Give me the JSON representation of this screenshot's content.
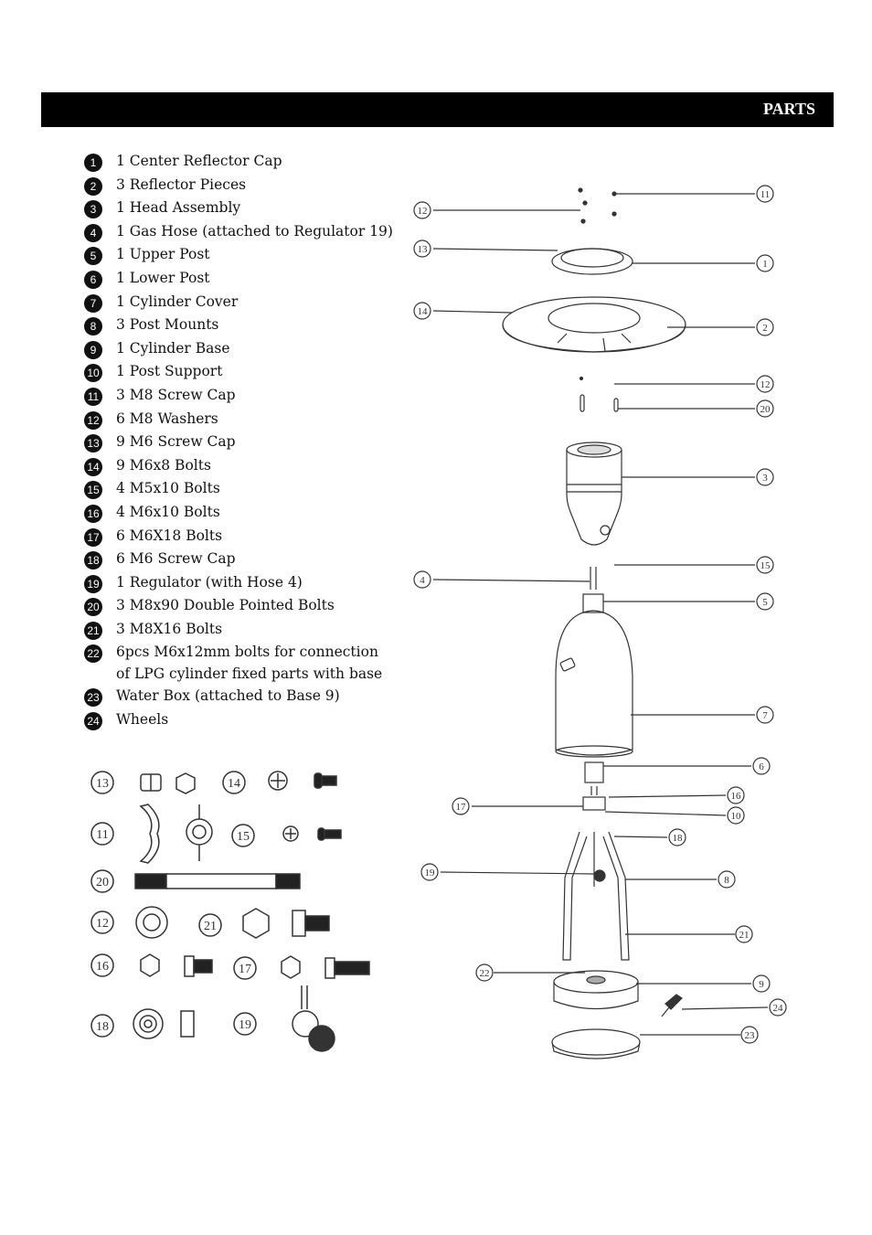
{
  "header": {
    "title": "PARTS"
  },
  "parts": [
    {
      "num": "1",
      "text": "1 Center Reflector Cap"
    },
    {
      "num": "2",
      "text": "3 Reflector Pieces"
    },
    {
      "num": "3",
      "text": "1 Head Assembly"
    },
    {
      "num": "4",
      "text": "1 Gas Hose (attached to Regulator 19)"
    },
    {
      "num": "5",
      "text": "1 Upper Post"
    },
    {
      "num": "6",
      "text": "1 Lower Post"
    },
    {
      "num": "7",
      "text": "1 Cylinder Cover"
    },
    {
      "num": "8",
      "text": "3 Post Mounts"
    },
    {
      "num": "9",
      "text": "1 Cylinder Base"
    },
    {
      "num": "10",
      "text": "1 Post Support"
    },
    {
      "num": "11",
      "text": "3 M8 Screw Cap"
    },
    {
      "num": "12",
      "text": "6 M8 Washers"
    },
    {
      "num": "13",
      "text": "9 M6 Screw Cap"
    },
    {
      "num": "14",
      "text": "9 M6x8 Bolts"
    },
    {
      "num": "15",
      "text": "4 M5x10 Bolts"
    },
    {
      "num": "16",
      "text": "4 M6x10 Bolts"
    },
    {
      "num": "17",
      "text": "6 M6X18 Bolts"
    },
    {
      "num": "18",
      "text": "6 M6 Screw Cap"
    },
    {
      "num": "19",
      "text": "1 Regulator (with Hose 4)"
    },
    {
      "num": "20",
      "text": "3 M8x90 Double Pointed Bolts"
    },
    {
      "num": "21",
      "text": "3 M8X16 Bolts"
    },
    {
      "num": "22",
      "text": "6pcs M6x12mm bolts for connection of LPG cylinder fixed parts with base"
    },
    {
      "num": "23",
      "text": "Water Box (attached to Base 9)"
    },
    {
      "num": "24",
      "text": "Wheels"
    }
  ],
  "hardware_labels": [
    "13",
    "14",
    "11",
    "15",
    "20",
    "12",
    "21",
    "16",
    "17",
    "18",
    "19"
  ],
  "diagram_callouts": [
    "11",
    "12",
    "13",
    "1",
    "14",
    "2",
    "12",
    "20",
    "3",
    "15",
    "4",
    "5",
    "7",
    "6",
    "16",
    "17",
    "10",
    "18",
    "19",
    "8",
    "21",
    "22",
    "9",
    "24",
    "23"
  ]
}
